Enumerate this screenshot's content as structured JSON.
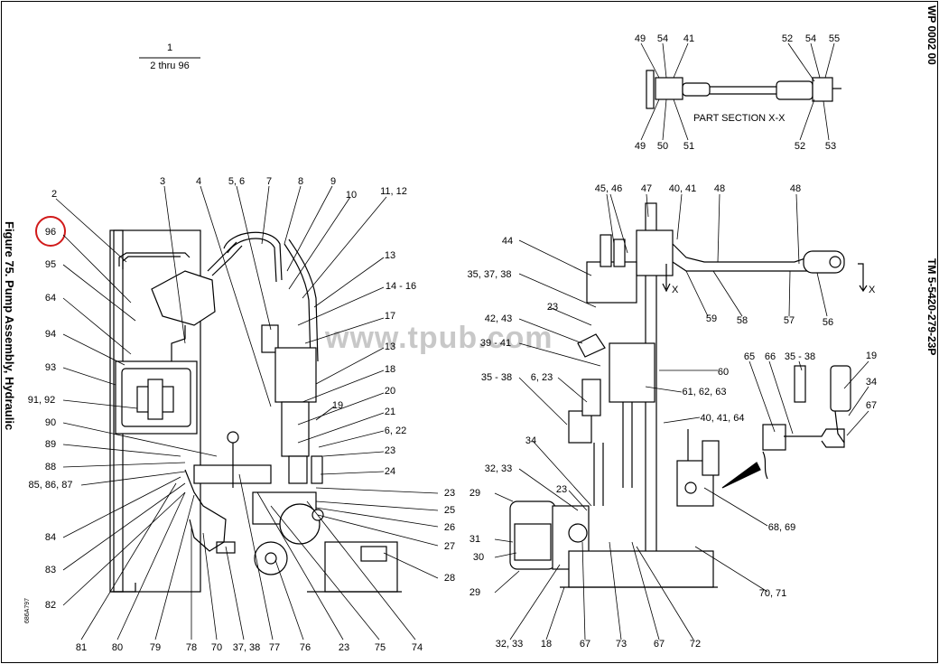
{
  "header": {
    "wp": "WP 0002 00",
    "tm": "TM 5-5420-279-23P"
  },
  "figure": {
    "caption": "Figure 75. Pump Assembly, Hydraulic",
    "id": "686A797"
  },
  "watermark": "www.tpub.com",
  "detail": {
    "title": "PART SECTION X-X",
    "x_marker": "X"
  },
  "index_top": {
    "numerator": "1",
    "denominator": "2 thru 96"
  },
  "highlight": {
    "label": "96",
    "color": "#d11a1a"
  },
  "callouts": [
    "2",
    "3",
    "4",
    "5, 6",
    "7",
    "8",
    "9",
    "10",
    "11, 12",
    "13",
    "14 - 16",
    "17",
    "13",
    "18",
    "20",
    "19",
    "21",
    "6, 22",
    "23",
    "24",
    "23",
    "25",
    "26",
    "27",
    "28",
    "96",
    "95",
    "64",
    "94",
    "93",
    "91, 92",
    "90",
    "89",
    "88",
    "85, 86, 87",
    "84",
    "83",
    "82",
    "81",
    "80",
    "79",
    "78",
    "70",
    "37, 38",
    "77",
    "76",
    "23",
    "75",
    "74",
    "49",
    "54",
    "41",
    "49",
    "50",
    "51",
    "52",
    "54",
    "55",
    "52",
    "53",
    "45, 46",
    "47",
    "40, 41",
    "48",
    "48",
    "44",
    "35, 37, 38",
    "23",
    "42, 43",
    "39 - 41",
    "35 - 38",
    "6, 23",
    "34",
    "32, 33",
    "29",
    "31",
    "30",
    "29",
    "23",
    "59",
    "58",
    "57",
    "56",
    "60",
    "61, 62, 63",
    "40, 41, 64",
    "65",
    "66",
    "35 - 38",
    "19",
    "34",
    "67",
    "68, 69",
    "70, 71",
    "32, 33",
    "18",
    "67",
    "73",
    "67",
    "72"
  ]
}
